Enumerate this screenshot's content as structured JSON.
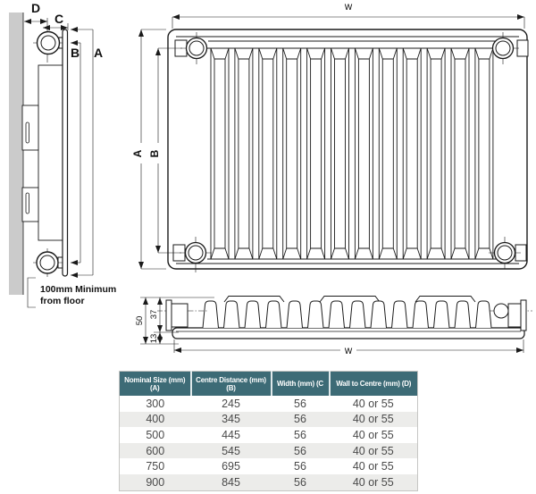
{
  "colors": {
    "table_header_bg": "#3d6b76",
    "table_row_alt": "#ececea",
    "wall_gray": "#cbcbcb",
    "line": "#1a1a1a"
  },
  "side_view": {
    "d": "D",
    "c": "C",
    "b": "B",
    "a": "A",
    "floor1": "100mm Minimum",
    "floor2": "from floor"
  },
  "front_view": {
    "w": "w",
    "a": "A",
    "b": "B"
  },
  "section_view": {
    "d50": "50",
    "d37": "37",
    "d13": "13",
    "w": "w"
  },
  "table": {
    "columns": [
      "Nominal Size (mm) (A)",
      "Centre Distance (mm) (B)",
      "Width (mm) (C",
      "Wall to Centre (mm) (D)"
    ],
    "rows": [
      [
        "300",
        "245",
        "56",
        "40 or 55"
      ],
      [
        "400",
        "345",
        "56",
        "40 or 55"
      ],
      [
        "500",
        "445",
        "56",
        "40 or 55"
      ],
      [
        "600",
        "545",
        "56",
        "40 or 55"
      ],
      [
        "750",
        "695",
        "56",
        "40 or 55"
      ],
      [
        "900",
        "845",
        "56",
        "40 or 55"
      ]
    ]
  }
}
